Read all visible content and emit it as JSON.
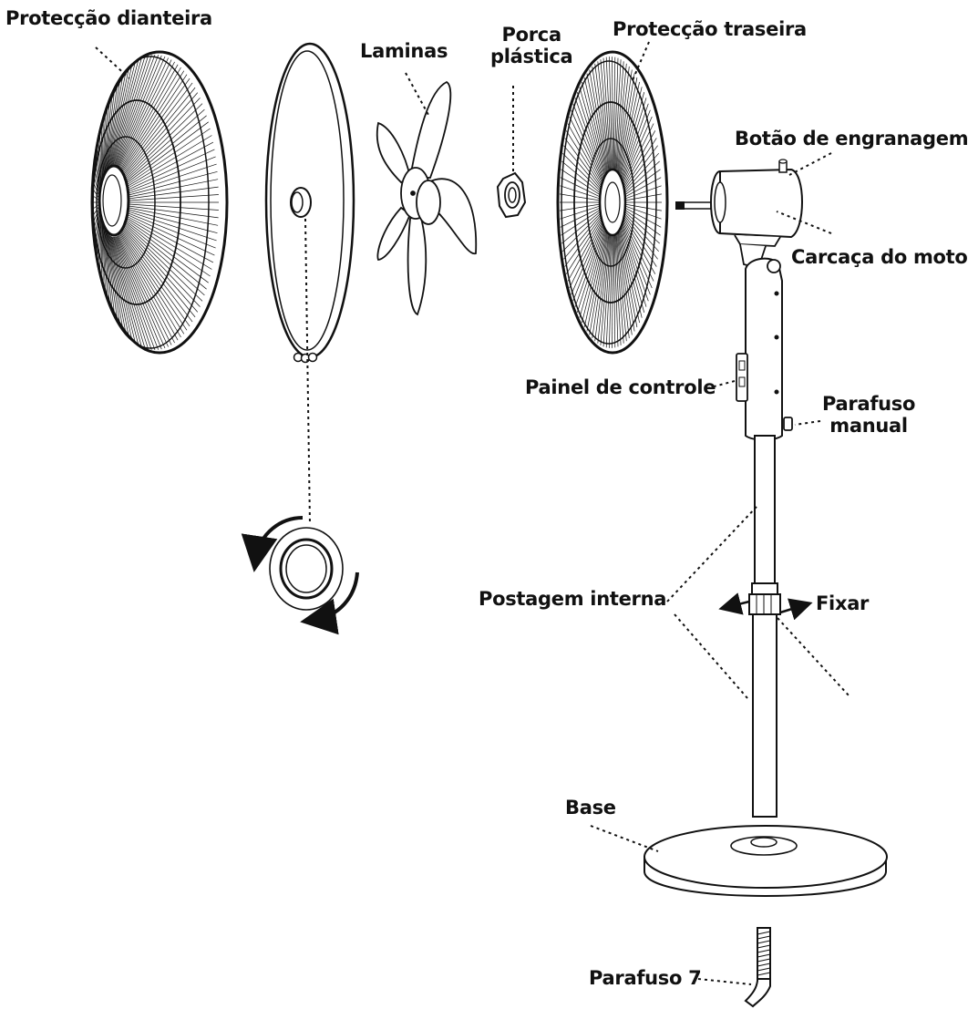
{
  "labels": {
    "front_guard": "Protecção dianteira",
    "blades": "Laminas",
    "nut_line1": "Porca",
    "nut_line2": "plástica",
    "rear_guard": "Protecção traseira",
    "gear_button": "Botão de engranagem",
    "motor_housing": "Carcaça do motor",
    "control_panel": "Painel de controle",
    "manual_screw_line1": "Parafuso",
    "manual_screw_line2": "manual",
    "inner_post": "Postagem interna",
    "fix": "Fixar",
    "base": "Base",
    "screw7": "Parafuso 7"
  },
  "colors": {
    "ink": "#111111",
    "background": "#ffffff"
  }
}
